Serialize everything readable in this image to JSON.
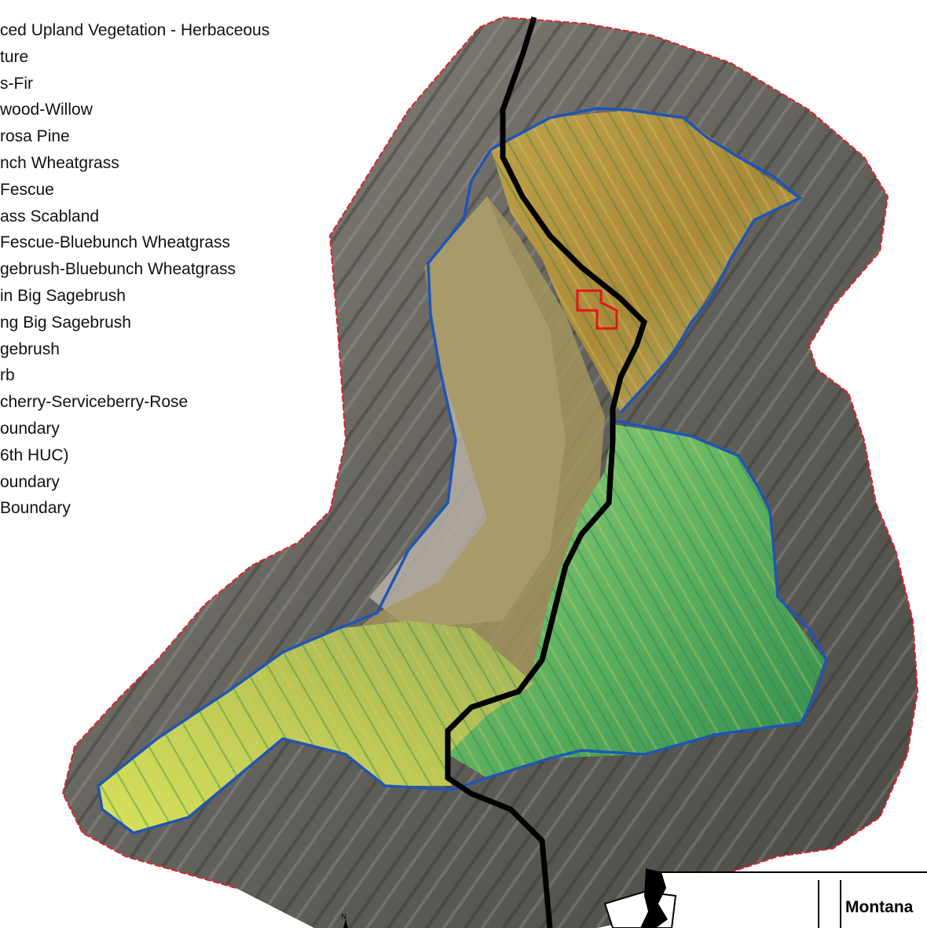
{
  "legend": {
    "items": [
      "ced Upland Vegetation - Herbaceous",
      "ture",
      "s-Fir",
      "wood-Willow",
      "rosa Pine",
      "nch Wheatgrass",
      "Fescue",
      "ass Scabland",
      "Fescue-Bluebunch Wheatgrass",
      "gebrush-Bluebunch Wheatgrass",
      "in Big Sagebrush",
      "ng Big Sagebrush",
      "gebrush",
      "rb",
      "cherry-Serviceberry-Rose",
      "oundary",
      "6th HUC)",
      "oundary",
      "Boundary"
    ]
  },
  "inset": {
    "state_label": "Montana"
  },
  "north_arrow": {
    "label": "N"
  },
  "colors": {
    "terrain": "#6e6c66",
    "terrain_shadow": "#3f3f3c",
    "buffer_outline": "#e0202a",
    "watershed_boundary": "#1f55b6",
    "river": "#000000",
    "parcel": "#e8141a",
    "vegetation_north": "#b79635",
    "vegetation_south": "#69b85a",
    "vegetation_southwest": "#c3cf4a"
  },
  "icons": {
    "north_arrow": "north-arrow-icon"
  }
}
